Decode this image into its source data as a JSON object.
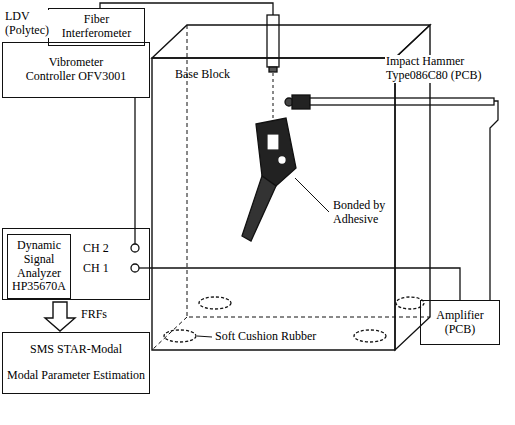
{
  "diagram": {
    "nodes": [
      {
        "text": [
          "Fiber Interferometer"
        ]
      },
      {
        "text": [
          "Vibrometer Controller OFV3001"
        ]
      },
      {
        "text": [
          "Base Block"
        ]
      },
      {
        "text": [
          "CH 2",
          "CH 1"
        ]
      },
      {
        "text": [
          "Dynamic Signal Analyzer HP35670A"
        ],
        "in": 3
      },
      {
        "text": [
          "Amplifier (PCB)"
        ]
      },
      {
        "text": [
          "SMS STAR-Modal",
          "Modal Parameter Estimation"
        ]
      }
    ],
    "edges": [
      {
        "from": 1,
        "to": 3,
        "arrow": "none"
      },
      {
        "from": 3,
        "to": 5,
        "arrow": "none"
      },
      {
        "from": 3,
        "to": 6,
        "arrow": "to",
        "label": "FRFs"
      }
    ],
    "labels": [
      "LDV (Polytec)",
      "Impact Hammer Type086C80 (PCB)",
      "Bonded by Adhesive",
      "Soft Cushion Rubber"
    ]
  }
}
